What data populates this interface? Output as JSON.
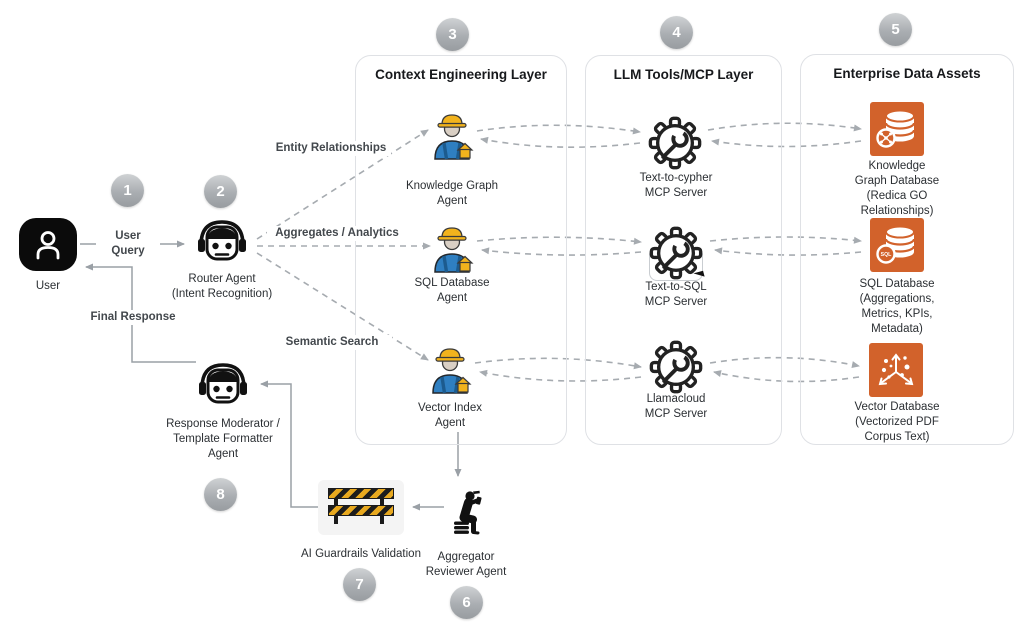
{
  "steps": [
    "1",
    "2",
    "3",
    "4",
    "5",
    "6",
    "7",
    "8"
  ],
  "user": {
    "label": "User"
  },
  "router": {
    "label": "Router Agent\n(Intent Recognition)"
  },
  "flow_labels": {
    "user_query": "User\nQuery",
    "final_response": "Final Response",
    "entity_relationships": "Entity Relationships",
    "aggregates_analytics": "Aggregates / Analytics",
    "semantic_search": "Semantic Search"
  },
  "layers": {
    "context": {
      "title": "Context Engineering Layer",
      "agents": [
        {
          "label": "Knowledge Graph\nAgent"
        },
        {
          "label": "SQL Database\nAgent"
        },
        {
          "label": "Vector Index\nAgent"
        }
      ]
    },
    "llm": {
      "title": "LLM Tools/MCP Layer",
      "servers": [
        {
          "label": "Text-to-cypher\nMCP Server"
        },
        {
          "label": "Text-to-SQL\nMCP Server"
        },
        {
          "label": "Llamacloud\nMCP Server"
        }
      ]
    },
    "enterprise": {
      "title": "Enterprise Data Assets",
      "databases": [
        {
          "label": "Knowledge\nGraph Database\n(Redica GO\nRelationships)",
          "badge": ""
        },
        {
          "label": "SQL Database\n(Aggregations,\nMetrics, KPIs,\nMetadata)",
          "badge": "SQL"
        },
        {
          "label": "Vector Database\n(Vectorized PDF\nCorpus Text)",
          "badge": ""
        }
      ]
    }
  },
  "bottom": {
    "moderator": {
      "label": "Response Moderator /\nTemplate Formatter\nAgent"
    },
    "guardrails": {
      "label": "AI Guardrails Validation"
    },
    "aggregator": {
      "label": "Aggregator\nReviewer Agent"
    }
  },
  "icons": {
    "user": "person-silhouette",
    "router_agent": "robot-headset",
    "context_agent": "construction-worker",
    "mcp_server": "gear-wrench",
    "knowledge_graph_db": "database-stack-graph-badge",
    "sql_db": "database-stack-sql-badge",
    "vector_db": "3d-axes-scatter",
    "guardrails": "striped-barrier",
    "aggregator": "person-reading"
  },
  "colors": {
    "accent_orange": "#d2622b",
    "barrier_yellow": "#e8a91f",
    "arrow_gray": "#a6abb0",
    "step_circle_gray": "#a9adb1"
  }
}
